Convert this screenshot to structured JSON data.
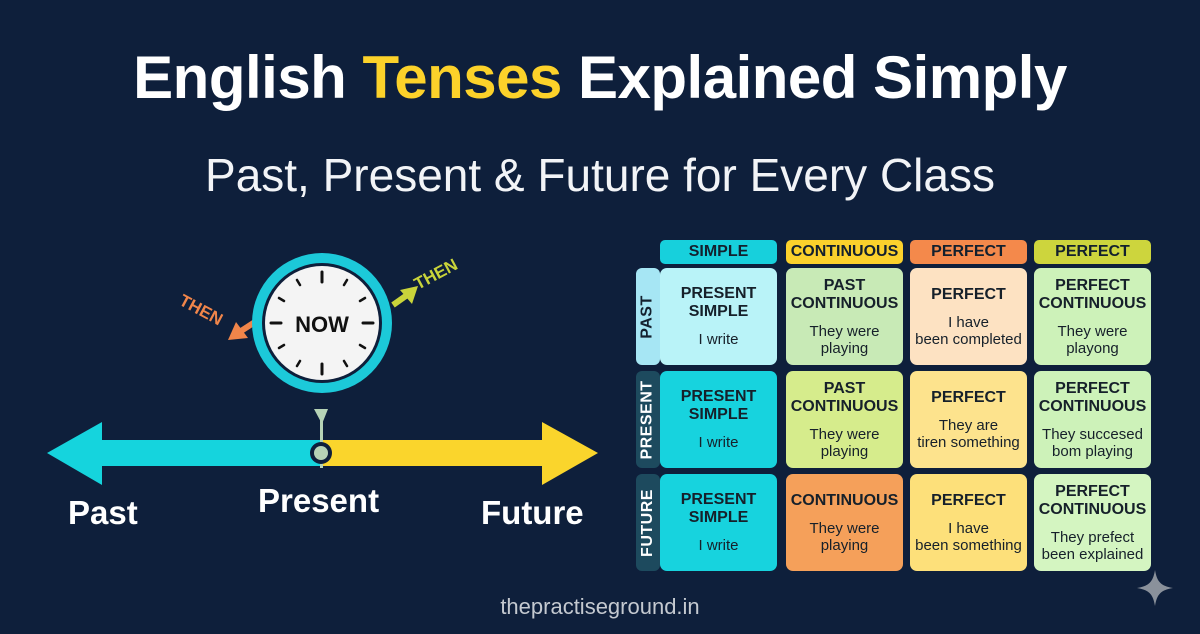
{
  "header": {
    "title_part1": "English ",
    "title_highlight": "Tenses",
    "title_part2": " Explained Simply",
    "subtitle": "Past, Present & Future for Every Class"
  },
  "clock": {
    "center_label": "NOW",
    "left_arrow_label": "THEN",
    "right_arrow_label": "THEN",
    "left_color": "#f0854a",
    "right_color": "#c9d43a",
    "ring_color": "#1cc9d9"
  },
  "timeline": {
    "labels": {
      "past": "Past",
      "present": "Present",
      "future": "Future"
    },
    "past_color": "#15d4dd",
    "future_color": "#fad52c"
  },
  "tense_grid": {
    "columns": [
      {
        "label": "SIMPLE",
        "color": "#17d0dc"
      },
      {
        "label": "CONTINUOUS",
        "color": "#fbd12c"
      },
      {
        "label": "PERFECT",
        "color": "#f4894b"
      },
      {
        "label": "PERFECT",
        "color": "#cdd53d"
      }
    ],
    "rows": [
      {
        "label": "PAST",
        "label_bg": "#a6e6f4",
        "label_color": "#13202e",
        "cells": [
          {
            "title": "PRESENT SIMPLE",
            "example": "I write",
            "bg": "#b9f3f8"
          },
          {
            "title": "PAST CONTINUOUS",
            "example": "They were playing",
            "bg": "#c8eab6"
          },
          {
            "title": "PERFECT",
            "example": "I have been completed",
            "bg": "#fde2c2"
          },
          {
            "title": "PERFECT CONTINUOUS",
            "example": "They were playong",
            "bg": "#cdf2b9"
          }
        ]
      },
      {
        "label": "PRESENT",
        "label_bg": "#1d4a5e",
        "label_color": "#ffffff",
        "cells": [
          {
            "title": "PRESENT SIMPLE",
            "example": "I write",
            "bg": "#17d3de"
          },
          {
            "title": "PAST CONTINUOUS",
            "example": "They were playing",
            "bg": "#d6ec8c"
          },
          {
            "title": "PERFECT",
            "example": "They are tiren something",
            "bg": "#fde38d"
          },
          {
            "title": "PERFECT CONTINUOUS",
            "example": "They succesed bom playing",
            "bg": "#cdf2b9"
          }
        ]
      },
      {
        "label": "FUTURE",
        "label_bg": "#1d4a5e",
        "label_color": "#ffffff",
        "cells": [
          {
            "title": "PRESENT SIMPLE",
            "example": "I write",
            "bg": "#17d3de"
          },
          {
            "title": "CONTINUOUS",
            "example": "They were playing",
            "bg": "#f5a05a"
          },
          {
            "title": "PERFECT",
            "example": "I have been something",
            "bg": "#fde07a"
          },
          {
            "title": "PERFECT CONTINUOUS",
            "example": "They prefect been explained",
            "bg": "#d4f5c1"
          }
        ]
      }
    ]
  },
  "footer": {
    "site": "thepractiseground.in"
  },
  "icons": {
    "corner": "sparkle-icon"
  }
}
